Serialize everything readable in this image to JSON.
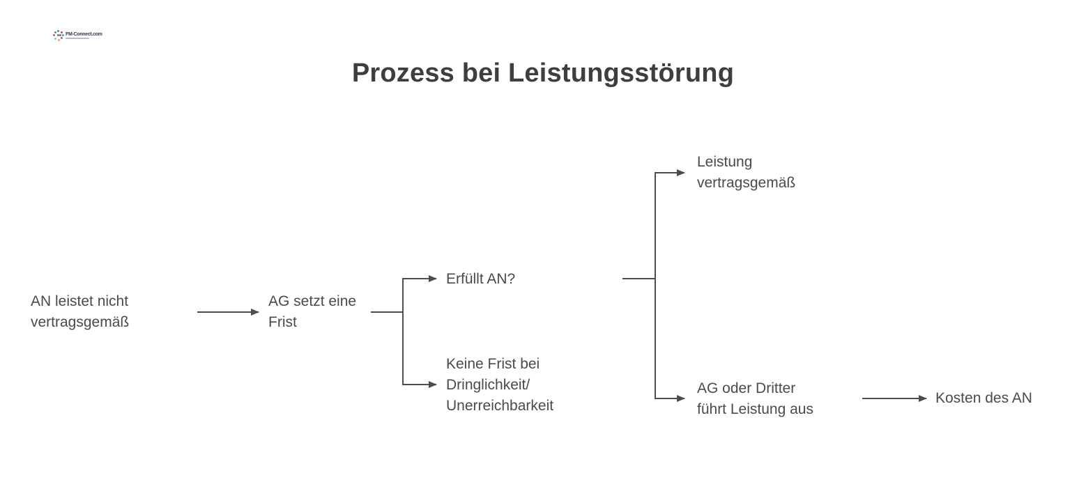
{
  "logo": {
    "name": "FM-Connect.com",
    "dot_colors": [
      "#4a7ebb",
      "#d94f43",
      "#36b3a8",
      "#8a63b8",
      "#f2a93b",
      "#6fc2e0",
      "#c94f8e",
      "#5a9e4d",
      "#4a7ebb",
      "#d94f43"
    ]
  },
  "title": {
    "text": "Prozess bei Leistungsstörung",
    "color": "#3e3e41"
  },
  "diagram": {
    "text_color": "#4a4a4d",
    "line_color": "#4d4d4f",
    "nodes": {
      "an_leistet": {
        "lines": [
          "AN leistet nicht",
          "vertragsgemäß"
        ]
      },
      "ag_frist": {
        "lines": [
          "AG setzt eine",
          "Frist"
        ]
      },
      "erfuellt_an": {
        "lines": [
          "Erfüllt AN?"
        ]
      },
      "keine_frist": {
        "lines": [
          "Keine Frist bei",
          "Dringlichkeit/",
          "Unerreichbarkeit"
        ]
      },
      "leistung_vertragsgemaess": {
        "lines": [
          "Leistung",
          "vertragsgemäß"
        ]
      },
      "ag_oder_dritter": {
        "lines": [
          "AG oder Dritter",
          "führt Leistung aus"
        ]
      },
      "kosten_an": {
        "lines": [
          "Kosten des AN"
        ]
      }
    },
    "edges": [
      {
        "from": "an_leistet",
        "to": "ag_frist"
      },
      {
        "from": "ag_frist",
        "to": "erfuellt_an"
      },
      {
        "from": "ag_frist",
        "to": "keine_frist"
      },
      {
        "from": "erfuellt_an",
        "to": "leistung_vertragsgemaess"
      },
      {
        "from": "erfuellt_an",
        "to": "ag_oder_dritter"
      },
      {
        "from": "ag_oder_dritter",
        "to": "kosten_an"
      }
    ]
  }
}
